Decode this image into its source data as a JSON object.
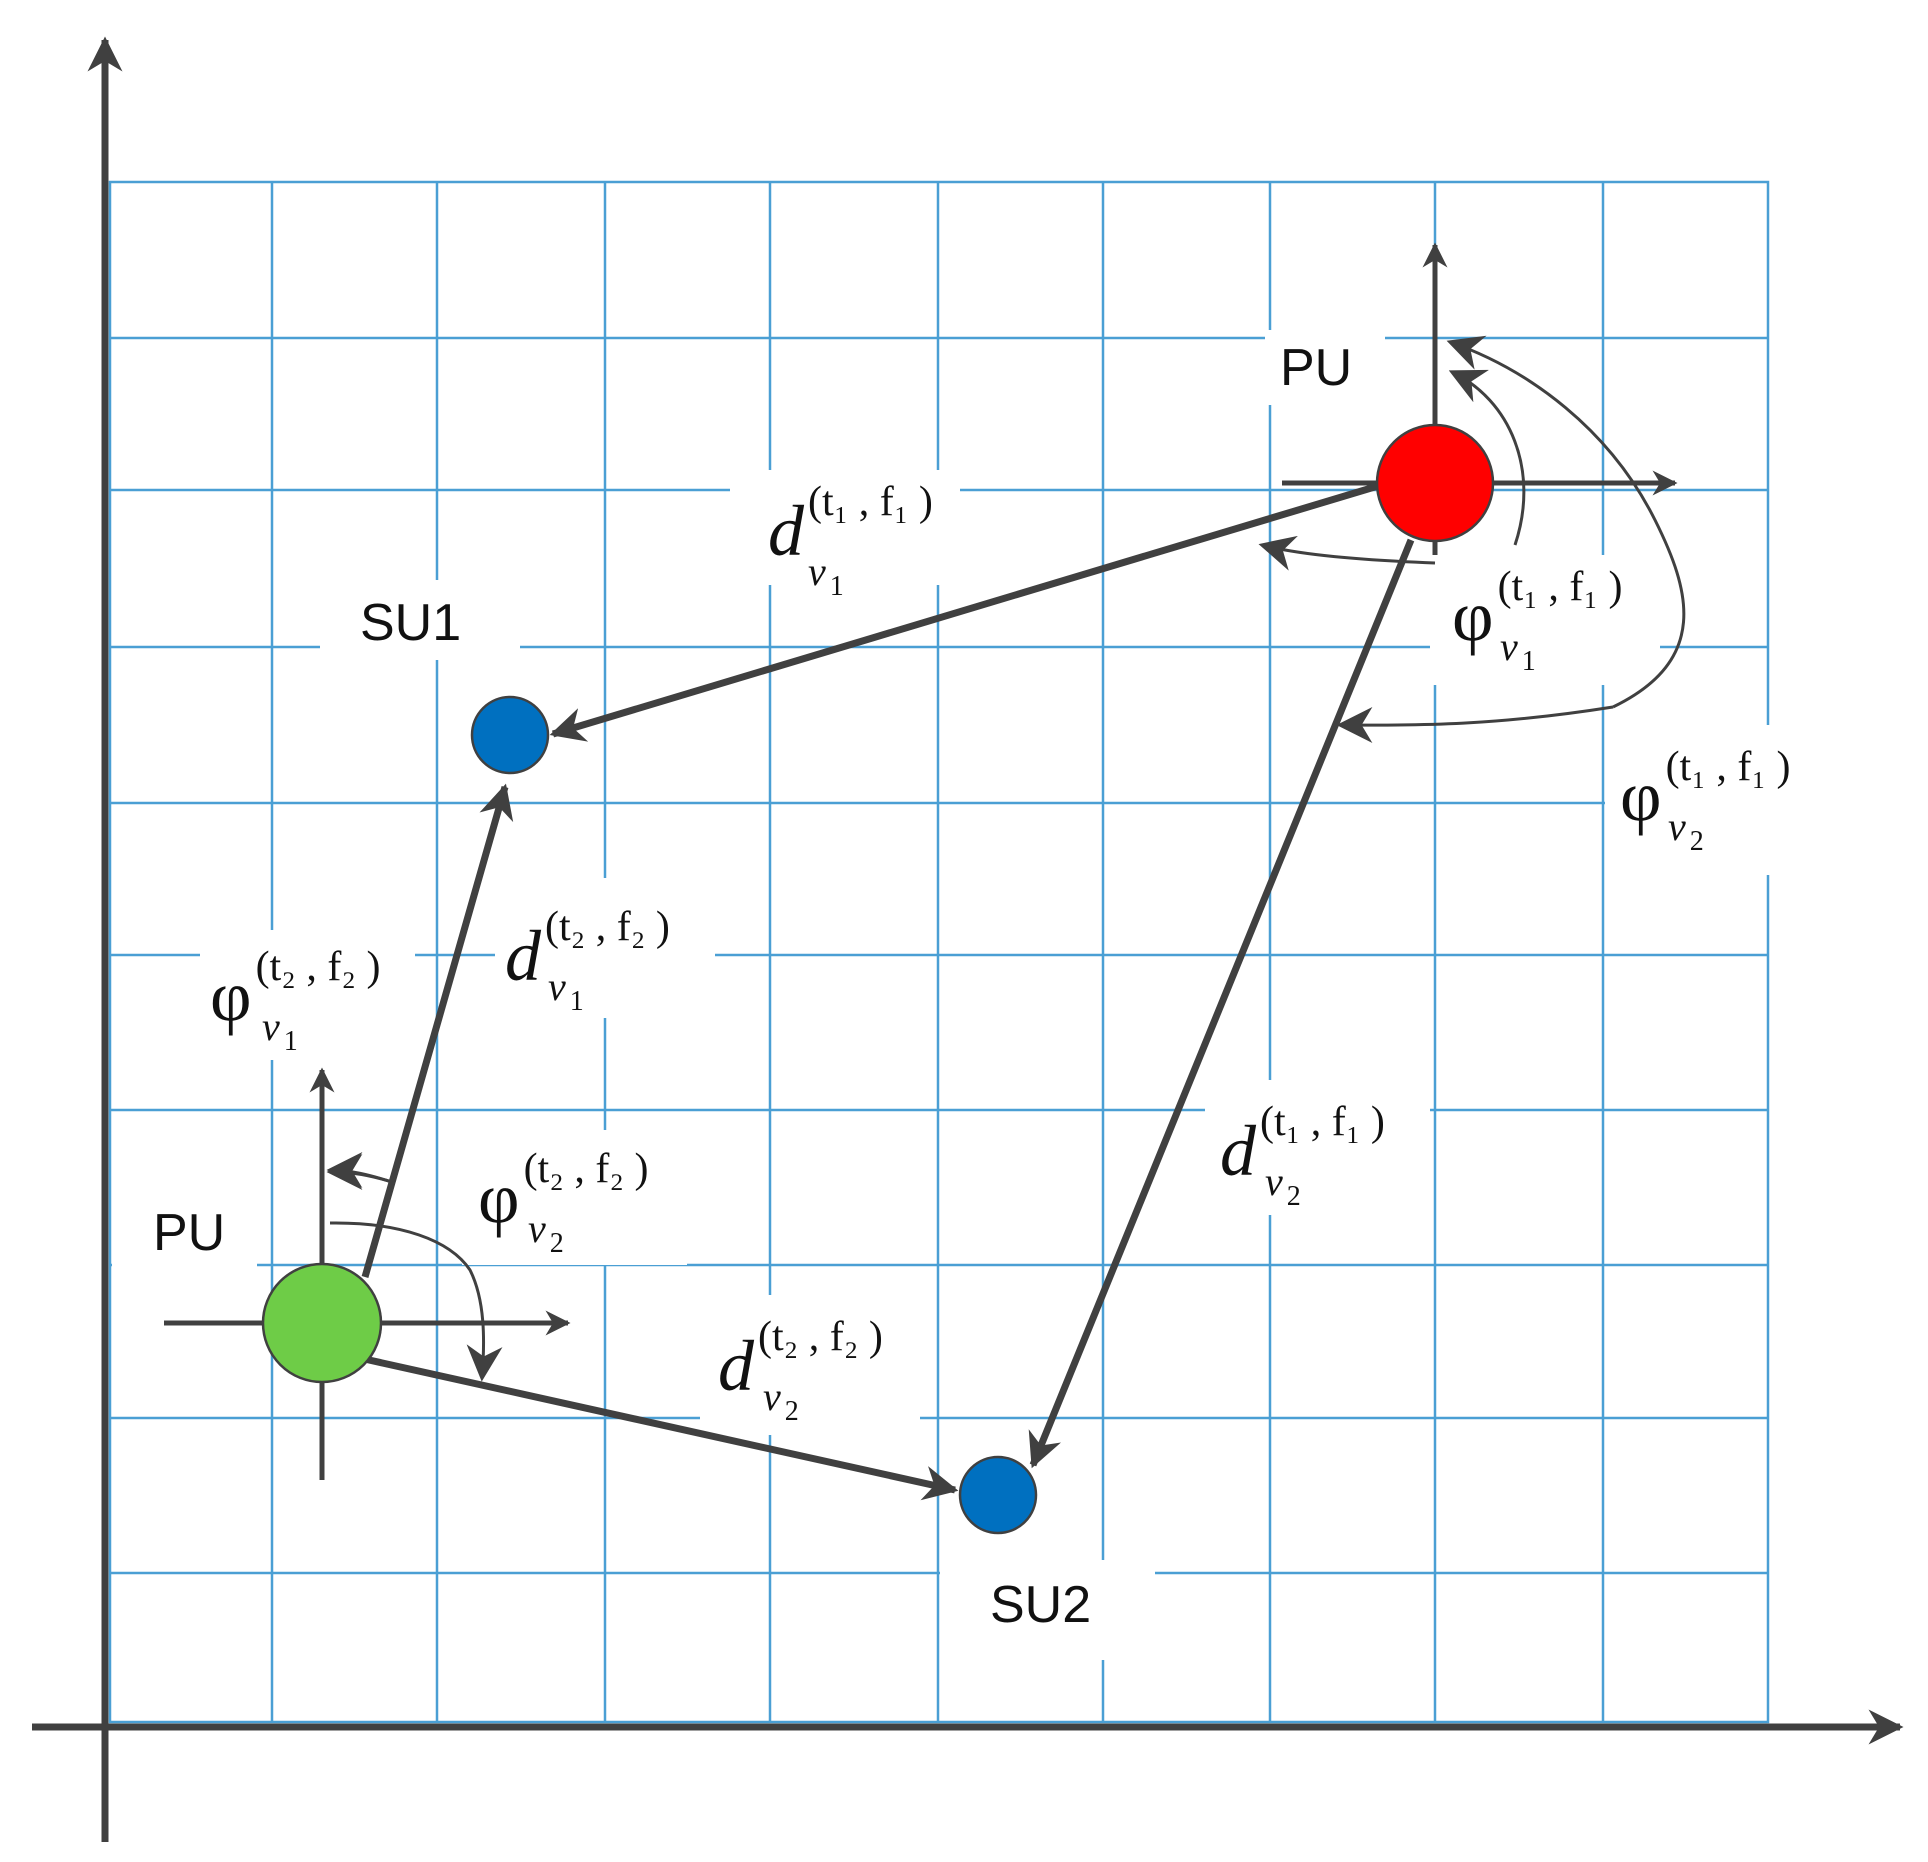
{
  "nodes": {
    "pu_top": {
      "label": "PU",
      "color": "#FF0000"
    },
    "pu_bottom": {
      "label": "PU",
      "color": "#6ECC47"
    },
    "su1": {
      "label": "SU1",
      "color": "#0070C0"
    },
    "su2": {
      "label": "SU2",
      "color": "#0070C0"
    }
  },
  "labels": {
    "d_v1_t1f1": {
      "base": "d",
      "sub": "v",
      "subsub": "1",
      "sup": "(t₁ , f₁ )"
    },
    "d_v2_t1f1": {
      "base": "d",
      "sub": "v",
      "subsub": "2",
      "sup": "(t₁ , f₁ )"
    },
    "d_v1_t2f2": {
      "base": "d",
      "sub": "v",
      "subsub": "1",
      "sup": "(t₂ , f₂ )"
    },
    "d_v2_t2f2": {
      "base": "d",
      "sub": "v",
      "subsub": "2",
      "sup": "(t₂ , f₂ )"
    },
    "phi_v1_t1f1": {
      "base": "φ",
      "sub": "v",
      "subsub": "1",
      "sup": "(t₁ , f₁ )"
    },
    "phi_v2_t1f1": {
      "base": "φ",
      "sub": "v",
      "subsub": "2",
      "sup": "(t₁ , f₁ )"
    },
    "phi_v1_t2f2": {
      "base": "φ",
      "sub": "v",
      "subsub": "1",
      "sup": "(t₂ , f₂ )"
    },
    "phi_v2_t2f2": {
      "base": "φ",
      "sub": "v",
      "subsub": "2",
      "sup": "(t₂ , f₂ )"
    }
  },
  "colors": {
    "grid": "#4A9FD4",
    "arrow": "#404040",
    "axis": "#404040"
  }
}
